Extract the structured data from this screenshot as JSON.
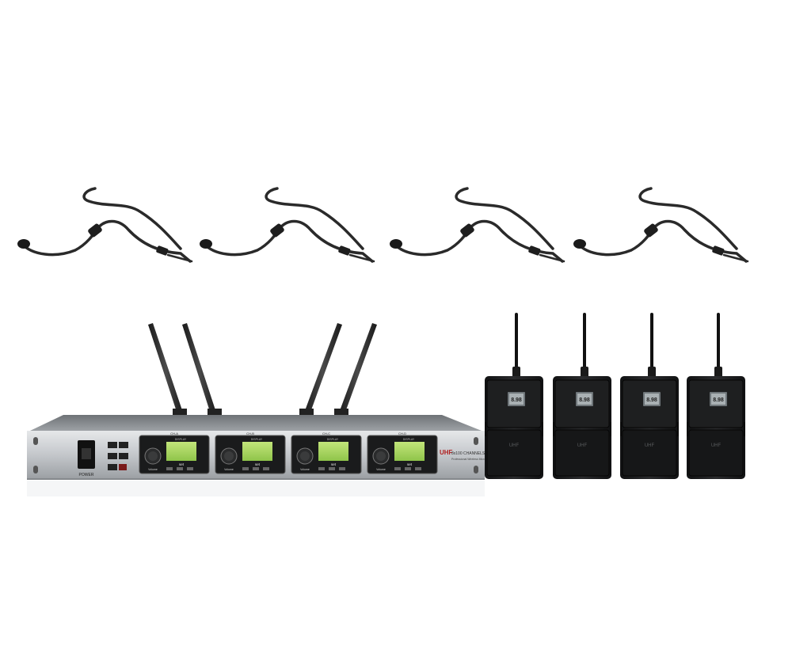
{
  "colors": {
    "background": "#ffffff",
    "cable": "#2a2a2a",
    "chassis": "#c9ccd0",
    "chassis_dark": "#7d8185",
    "panel": "#1a1b1c",
    "lcd": "#a8d65c",
    "pack": "#1c1d1e"
  },
  "receiver": {
    "power_label": "POWER",
    "brand": "UHF",
    "brand_sub": "8x100 CHANNELS",
    "brand_sub2": "Professional Wireless Microphone",
    "channels": [
      {
        "label": "CH-A",
        "display": "DISPLAY",
        "volume": "Volume",
        "set": "set"
      },
      {
        "label": "CH-B",
        "display": "DISPLAY",
        "volume": "Volume",
        "set": "set"
      },
      {
        "label": "CH-C",
        "display": "DISPLAY",
        "volume": "Volume",
        "set": "set"
      },
      {
        "label": "CH-D",
        "display": "DISPLAY",
        "volume": "Volume",
        "set": "set"
      }
    ]
  },
  "transmitters": [
    {
      "brand": "UHF",
      "lcd": "8.98"
    },
    {
      "brand": "UHF",
      "lcd": "8.98"
    },
    {
      "brand": "UHF",
      "lcd": "8.98"
    },
    {
      "brand": "UHF",
      "lcd": "8.98"
    }
  ],
  "headsets_count": 4
}
